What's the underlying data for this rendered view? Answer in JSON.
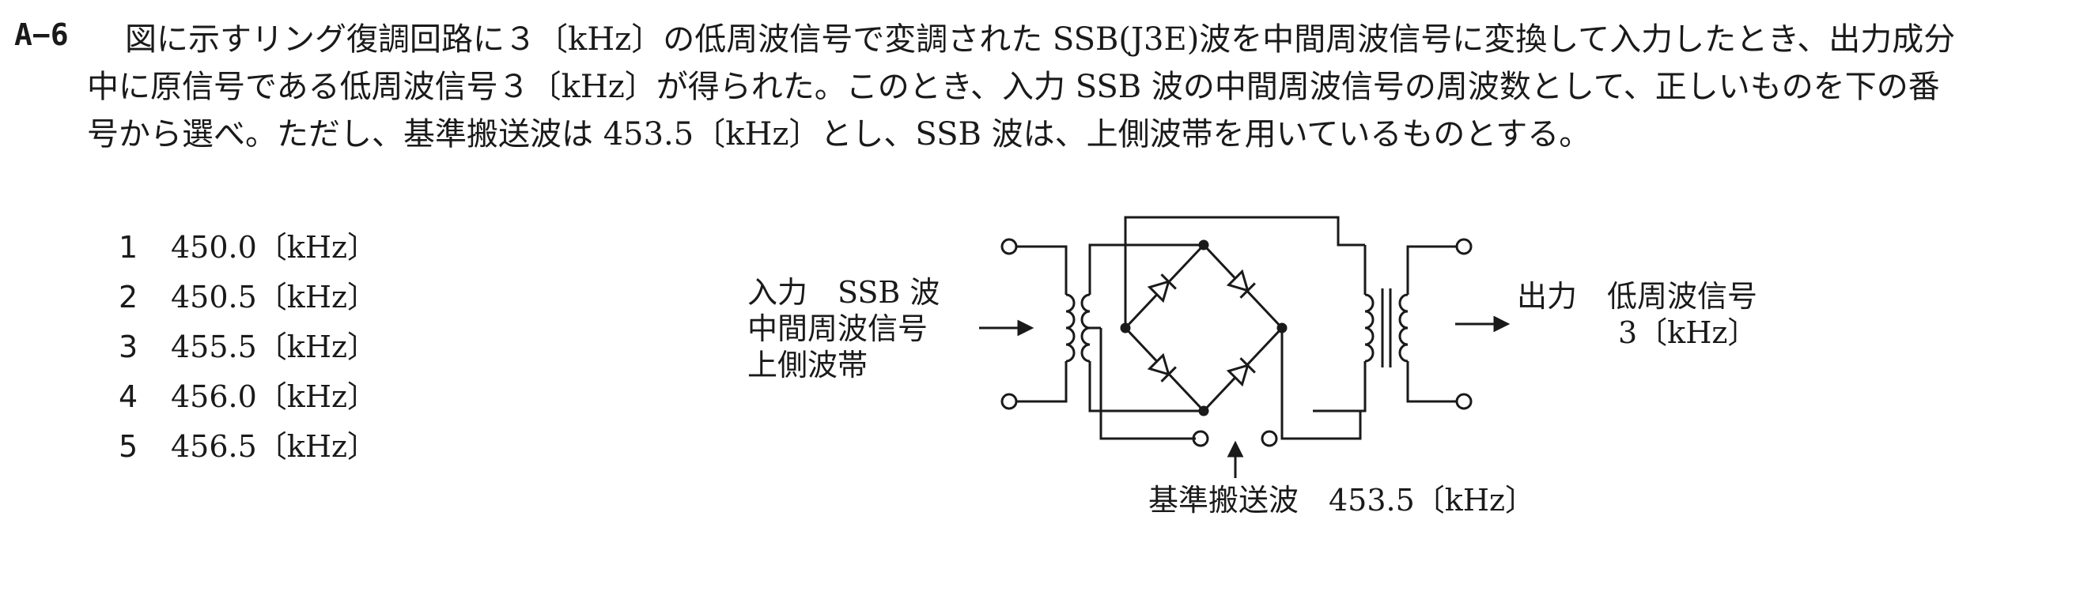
{
  "question": {
    "number": "A−6",
    "lines": [
      "図に示すリング復調回路に３〔kHz〕の低周波信号で変調された SSB(J3E)波を中間周波信号に変換して入力したとき、出力成分",
      "中に原信号である低周波信号３〔kHz〕が得られた。このとき、入力 SSB 波の中間周波信号の周波数として、正しいものを下の番",
      "号から選べ。ただし、基準搬送波は 453.5〔kHz〕とし、SSB 波は、上側波帯を用いているものとする。"
    ]
  },
  "choices": [
    {
      "num": "1",
      "value": "450.0〔kHz〕"
    },
    {
      "num": "2",
      "value": "450.5〔kHz〕"
    },
    {
      "num": "3",
      "value": "455.5〔kHz〕"
    },
    {
      "num": "4",
      "value": "456.0〔kHz〕"
    },
    {
      "num": "5",
      "value": "456.5〔kHz〕"
    }
  ],
  "diagram": {
    "input_label": [
      "入力　SSB 波",
      "中間周波信号",
      "上側波帯"
    ],
    "output_label": [
      "出力　低周波信号",
      "3〔kHz〕"
    ],
    "carrier_label": "基準搬送波　453.5〔kHz〕"
  }
}
